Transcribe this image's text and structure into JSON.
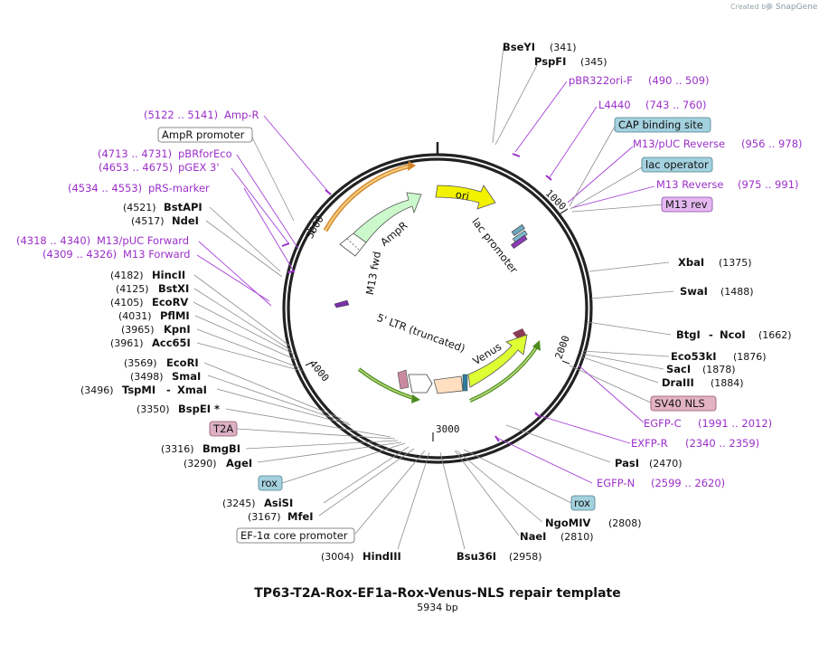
{
  "watermark": {
    "created_by": "Created by",
    "brand": "SnapGene"
  },
  "title": "TP63-T2A-Rox-EF1a-Rox-Venus-NLS repair template",
  "length_label": "5934 bp",
  "tick_labels": [
    "1000",
    "2000",
    "3000",
    "4000",
    "5000"
  ],
  "feature_labels": {
    "ori": "ori",
    "ampr": "AmpR",
    "lac_promoter": "lac promoter",
    "m13_fwd": "M13 fwd",
    "ltr": "5' LTR (truncated)",
    "venus": "Venus"
  },
  "sites": {
    "bseyi": {
      "name": "BseYI",
      "pos": "(341)"
    },
    "pspfi": {
      "name": "PspFI",
      "pos": "(345)"
    },
    "xbai": {
      "name": "XbaI",
      "pos": "(1375)"
    },
    "swai": {
      "name": "SwaI",
      "pos": "(1488)"
    },
    "btgi": {
      "name": "BtgI",
      "sep": "-",
      "name2": "NcoI",
      "pos": "(1662)"
    },
    "eco53ki": {
      "name": "Eco53kI",
      "pos": "(1876)"
    },
    "saci": {
      "name": "SacI",
      "pos": "(1878)"
    },
    "draiii": {
      "name": "DraIII",
      "pos": "(1884)"
    },
    "pasi": {
      "name": "PasI",
      "pos": "(2470)"
    },
    "ngomiv": {
      "name": "NgoMIV",
      "pos": "(2808)"
    },
    "naei": {
      "name": "NaeI",
      "pos": "(2810)"
    },
    "bsu36i": {
      "name": "Bsu36I",
      "pos": "(2958)"
    },
    "hindiii": {
      "name": "HindIII",
      "pos": "(3004)"
    },
    "mfei": {
      "name": "MfeI",
      "pos": "(3167)"
    },
    "asisi": {
      "name": "AsiSI",
      "pos": "(3245)"
    },
    "agei": {
      "name": "AgeI",
      "pos": "(3290)"
    },
    "bmgbi": {
      "name": "BmgBI",
      "pos": "(3316)"
    },
    "bspei": {
      "name": "BspEI *",
      "pos": "(3350)"
    },
    "tspmi": {
      "name": "TspMI",
      "sep": "-",
      "name2": "XmaI",
      "pos": "(3496)"
    },
    "smai": {
      "name": "SmaI",
      "pos": "(3498)"
    },
    "ecori": {
      "name": "EcoRI",
      "pos": "(3569)"
    },
    "acc65i": {
      "name": "Acc65I",
      "pos": "(3961)"
    },
    "kpni": {
      "name": "KpnI",
      "pos": "(3965)"
    },
    "pflmi": {
      "name": "PflMI",
      "pos": "(4031)"
    },
    "ecorv": {
      "name": "EcoRV",
      "pos": "(4105)"
    },
    "bstxi": {
      "name": "BstXI",
      "pos": "(4125)"
    },
    "hincii": {
      "name": "HincII",
      "pos": "(4182)"
    },
    "ndei": {
      "name": "NdeI",
      "pos": "(4517)"
    },
    "bstapi": {
      "name": "BstAPI",
      "pos": "(4521)"
    }
  },
  "primers": {
    "pbr322ori": {
      "name": "pBR322ori-F",
      "range": "(490 .. 509)"
    },
    "l4440": {
      "name": "L4440",
      "range": "(743 .. 760)"
    },
    "m13puc_rev": {
      "name": "M13/pUC Reverse",
      "range": "(956 .. 978)"
    },
    "m13_reverse": {
      "name": "M13 Reverse",
      "range": "(975 .. 991)"
    },
    "egfp_c": {
      "name": "EGFP-C",
      "range": "(1991 .. 2012)"
    },
    "exfp_r": {
      "name": "EXFP-R",
      "range": "(2340 .. 2359)"
    },
    "egfp_n": {
      "name": "EGFP-N",
      "range": "(2599 .. 2620)"
    },
    "m13puc_fwd": {
      "name": "M13/pUC Forward",
      "range": "(4318 .. 4340)"
    },
    "m13_forward": {
      "name": "M13 Forward",
      "range": "(4309 .. 4326)"
    },
    "prs_marker": {
      "name": "pRS-marker",
      "range": "(4534 .. 4553)"
    },
    "pgex3": {
      "name": "pGEX 3'",
      "range": "(4653 .. 4675)"
    },
    "pbrforeco": {
      "name": "pBRforEco",
      "range": "(4713 .. 4731)"
    },
    "ampr_primer": {
      "name": "Amp-R",
      "range": "(5122 .. 5141)"
    }
  },
  "boxes": {
    "cap": "CAP binding site",
    "lacop": "lac operator",
    "m13rev": "M13 rev",
    "sv40": "SV40 NLS",
    "t2a": "T2A",
    "rox1": "rox",
    "rox2": "rox",
    "ampr_promoter": "AmpR promoter",
    "ef1a": "EF-1α core promoter"
  },
  "colors": {
    "backbone": "#222222",
    "primer": "#9b2fc9",
    "ori": "#f2f200",
    "ampr": "#ccf9cc",
    "venus": "#ddff33",
    "ltr": "#ffdfc0",
    "cap_box": "#a4d1de",
    "m13rev_box": "#e3b8f0",
    "sv40_box": "#e3b3c4",
    "t2a_box": "#dcb1c4",
    "rox_box": "#a4d1de",
    "gene_arc": "#e8a64a",
    "green_arc": "#84b83a"
  }
}
